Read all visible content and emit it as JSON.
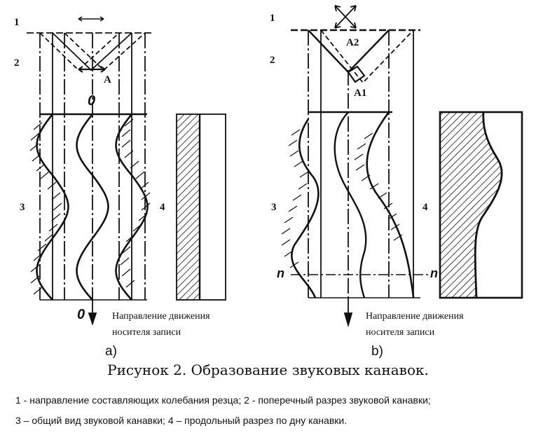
{
  "figure_a": {
    "label_1": "1",
    "label_2": "2",
    "label_3": "3",
    "label_4": "4",
    "point_label": "A",
    "axis_top": "0",
    "axis_bottom": "0",
    "direction_line1": "Направление движения",
    "direction_line2": "носителя записи",
    "sub_label": "a)"
  },
  "figure_b": {
    "label_1": "1",
    "label_2": "2",
    "label_3": "3",
    "label_4": "4",
    "point_label_1": "A1",
    "point_label_2": "A2",
    "section_left": "n",
    "section_right": "n",
    "direction_line1": "Направление движения",
    "direction_line2": "носителя записи",
    "sub_label": "b)"
  },
  "caption": "Рисунок 2. Образование звуковых канавок.",
  "legend": {
    "line1": "1 -  направление составляющих колебания резца;  2 - поперечный разрез звуковой канавки;",
    "line2": "3 – общий вид звуковой канавки; 4 – продольный разрез по дну канавки."
  }
}
